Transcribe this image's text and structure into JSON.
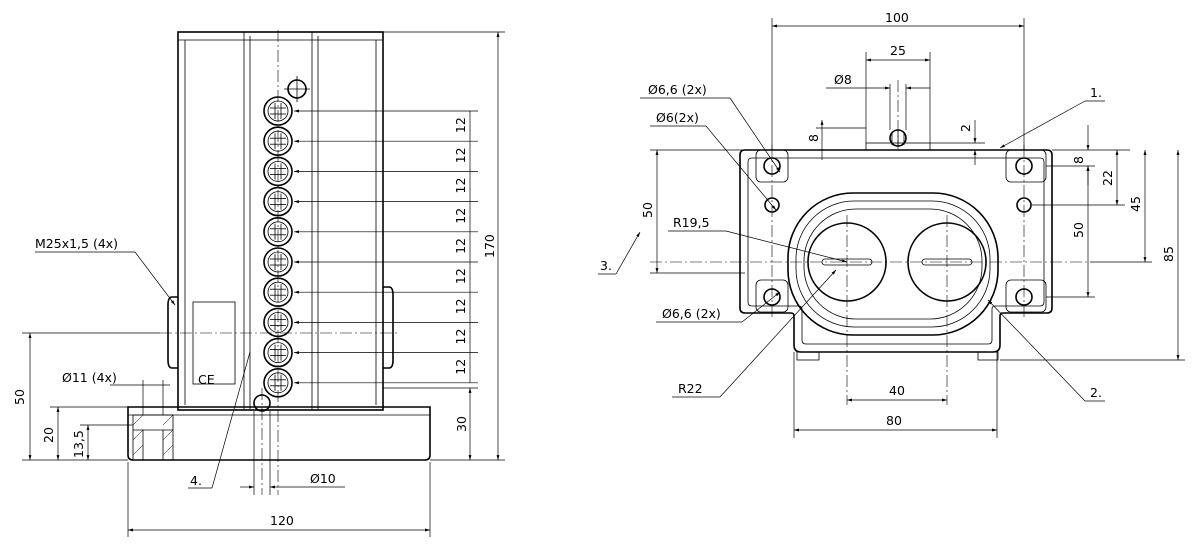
{
  "side_view": {
    "dim_overall_width": "120",
    "dim_height": "170",
    "dim_thread": "M25x1,5 (4x)",
    "dim_hole_dia": "Ø11 (4x)",
    "dim_base_50": "50",
    "dim_base_20": "20",
    "dim_counterbore": "13,5",
    "dim_pitch": [
      "12",
      "12",
      "12",
      "12",
      "12",
      "12",
      "12",
      "12",
      "12"
    ],
    "dim_bottom_30": "30",
    "dim_pin_dia": "Ø10",
    "callout_4": "4."
  },
  "top_view": {
    "dim_width_100": "100",
    "dim_25": "25",
    "dim_dia8": "Ø8",
    "dim_dia66_top": "Ø6,6 (2x)",
    "dim_dia6": "Ø6(2x)",
    "dim_8_top": "8",
    "dim_2": "2",
    "dim_8_right": "8",
    "dim_22": "22",
    "dim_45": "45",
    "dim_50_right": "50",
    "dim_85": "85",
    "dim_50_left": "50",
    "dim_r195": "R19,5",
    "dim_dia66_bottom": "Ø6,6 (2x)",
    "dim_r22": "R22",
    "dim_40": "40",
    "dim_80": "80",
    "callout_1": "1.",
    "callout_2": "2.",
    "callout_3": "3."
  }
}
